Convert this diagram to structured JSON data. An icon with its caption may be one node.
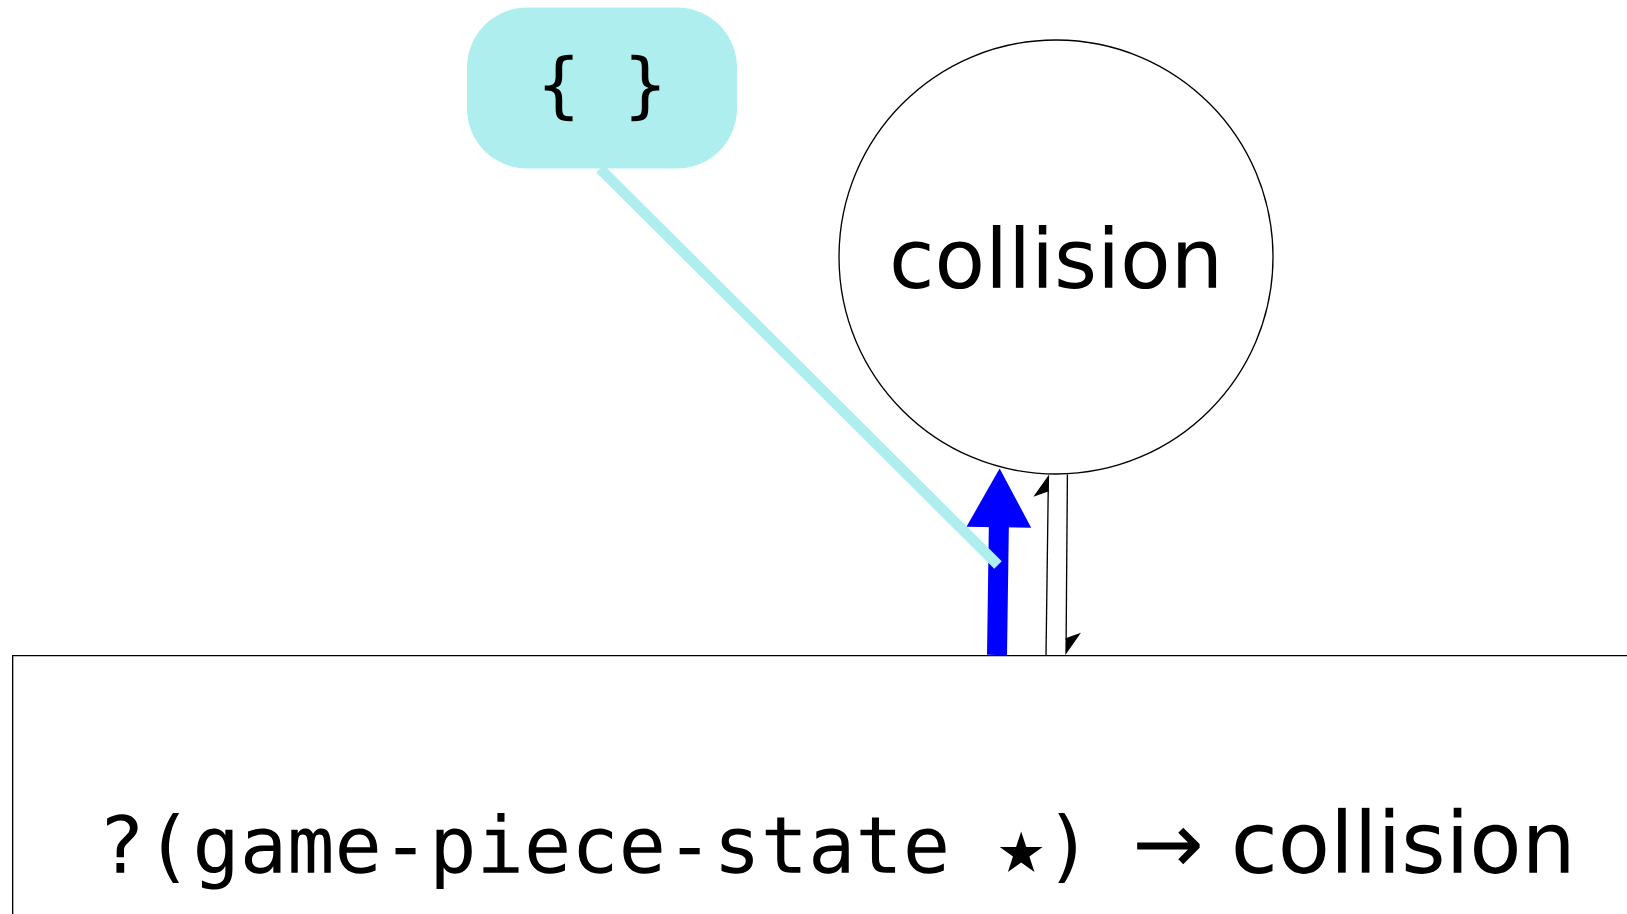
{
  "diagram": {
    "nodes": [
      {
        "text": [
          "{ }"
        ]
      },
      {
        "text": [
          "collision"
        ]
      },
      {
        "text": [
          "?(game-piece-state ★)",
          "→ collision"
        ]
      }
    ],
    "edges": [
      {
        "from": 2,
        "to": 1,
        "arrow": "to",
        "style": "thick",
        "color": "#0000ff"
      },
      {
        "from": 2,
        "to": 1,
        "arrow": "to"
      },
      {
        "from": 1,
        "to": 2,
        "arrow": "to"
      },
      {
        "from": 0,
        "to": null,
        "arrow": "none",
        "style": "thick",
        "color": "#afeeee"
      }
    ]
  }
}
